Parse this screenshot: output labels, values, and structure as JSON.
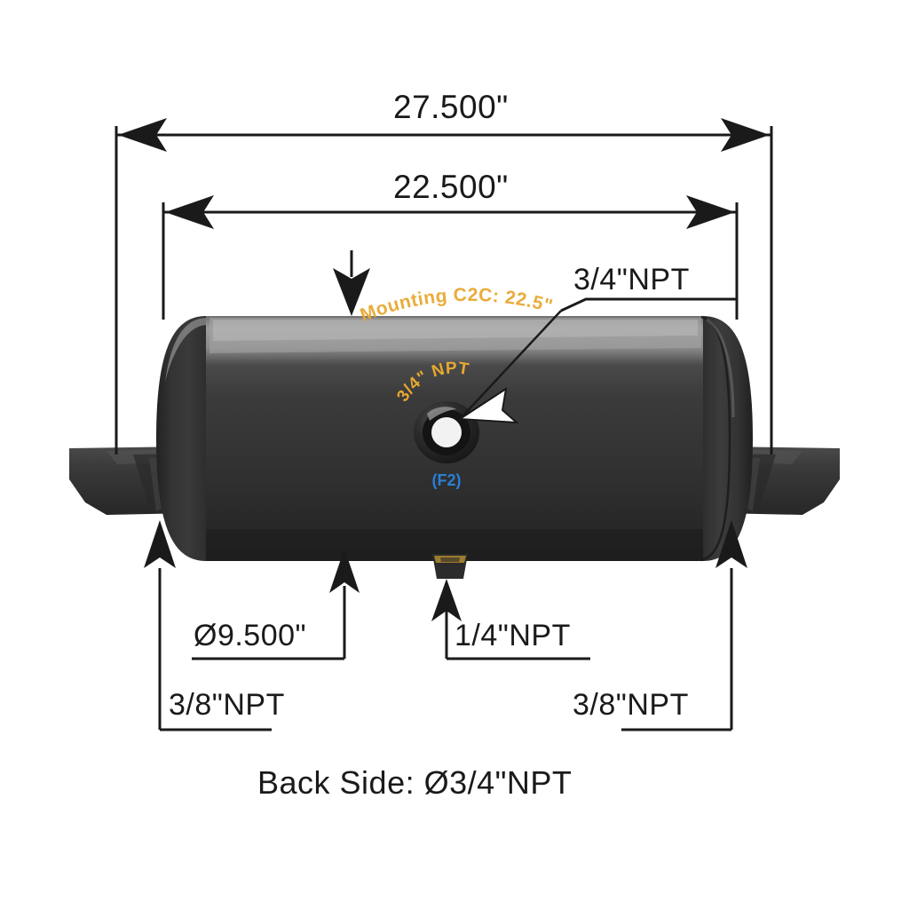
{
  "drawing": {
    "title_caption": "Back Side: Ø3/4\"NPT",
    "dimensions": {
      "overall_length": "27.500\"",
      "mounting_center_to_center": "22.500\"",
      "tank_diameter": "Ø9.500\""
    },
    "callouts": {
      "top_port": "3/4\"NPT",
      "bottom_drain": "1/4\"NPT",
      "left_end_port": "3/8\"NPT",
      "right_end_port": "3/8\"NPT"
    },
    "tank_markings": {
      "mounting_label": "Mounting C2C: 22.5\"",
      "port_arc_label": "3/4\" NPT",
      "port_id_label": "(F2)"
    },
    "colors": {
      "line": "#1a1a1a",
      "tank_highlight": "#9c9c9c",
      "tank_body": "#3a3a3a",
      "tank_shadow": "#1e1e1e",
      "marking_orange": "#e8a830",
      "marking_blue": "#2a7fd4",
      "arrow_white": "#ffffff",
      "background": "#ffffff"
    }
  }
}
